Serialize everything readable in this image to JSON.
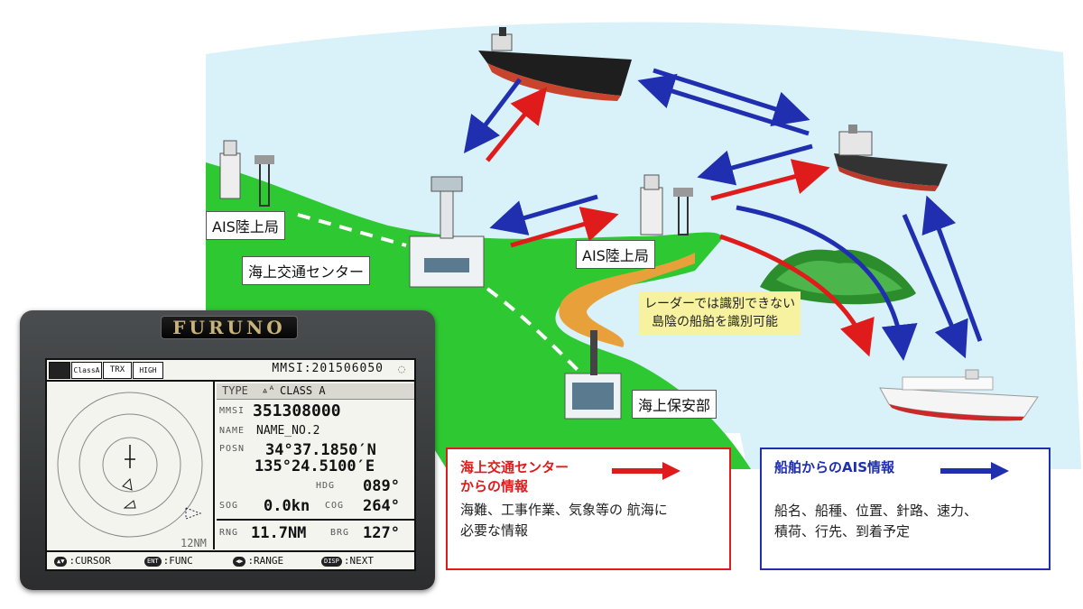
{
  "labels": {
    "ais_station_left": "AIS陸上局",
    "ais_station_center": "AIS陸上局",
    "vts_center": "海上交通センター",
    "coast_guard": "海上保安部",
    "radar_note_line1": "レーダーでは識別できない",
    "radar_note_line2": "島陰の船舶を識別可能"
  },
  "legend_red": {
    "title_line1": "海上交通センター",
    "title_line2": "からの情報",
    "body_line1": "海難、工事作業、気象等の 航海に",
    "body_line2": "必要な情報",
    "color": "#e01b1b"
  },
  "legend_blue": {
    "title": "船舶からのAIS情報",
    "body_line1": "船名、船種、位置、針路、速力、",
    "body_line2": "積荷、行先、到着予定",
    "color": "#1f2fb0"
  },
  "device": {
    "brand": "FURUNO",
    "top_mmsi": "MMSI:201506050",
    "icon_class": "ClassA",
    "icon_trx": "TRX",
    "icon_high": "HIGH",
    "type_label": "TYPE",
    "type_value": "CLASS A",
    "mmsi_label": "MMSI",
    "mmsi_value": "351308000",
    "name_label": "NAME",
    "name_value": "NAME_NO.2",
    "posn_label": "POSN",
    "lat": "34°37.1850′N",
    "lon": "135°24.5100′E",
    "hdg_label": "HDG",
    "hdg_value": "089°",
    "sog_label": "SOG",
    "sog_value": "0.0kn",
    "cog_label": "COG",
    "cog_value": "264°",
    "rng_label": "RNG",
    "rng_value": "11.7NM",
    "brg_label": "BRG",
    "brg_value": "127°",
    "range_scale": "12NM",
    "keys": [
      {
        "pill": "▲▼",
        "label": ":CURSOR"
      },
      {
        "pill": "ENT",
        "label": ":FUNC"
      },
      {
        "pill": "◀▶",
        "label": ":RANGE"
      },
      {
        "pill": "DISP",
        "label": ":NEXT"
      }
    ]
  },
  "colors": {
    "sea": "#d9f1f8",
    "land": "#2ec832",
    "red_arrow": "#e01b1b",
    "blue_arrow": "#1f2fb0",
    "beach": "#e8a03a"
  }
}
